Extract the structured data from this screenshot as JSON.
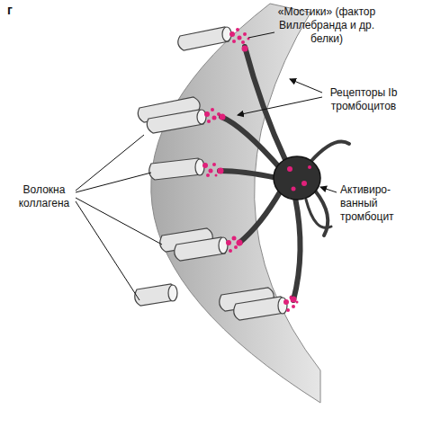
{
  "diagram": {
    "labels": [
      "г",
      "«Мостики» (фактор Виллебранда и др. белки)",
      "Рецепторы Ib тромбоцитов",
      "Волокна коллагена",
      "Активиро- ванный тромбоцит"
    ]
  }
}
